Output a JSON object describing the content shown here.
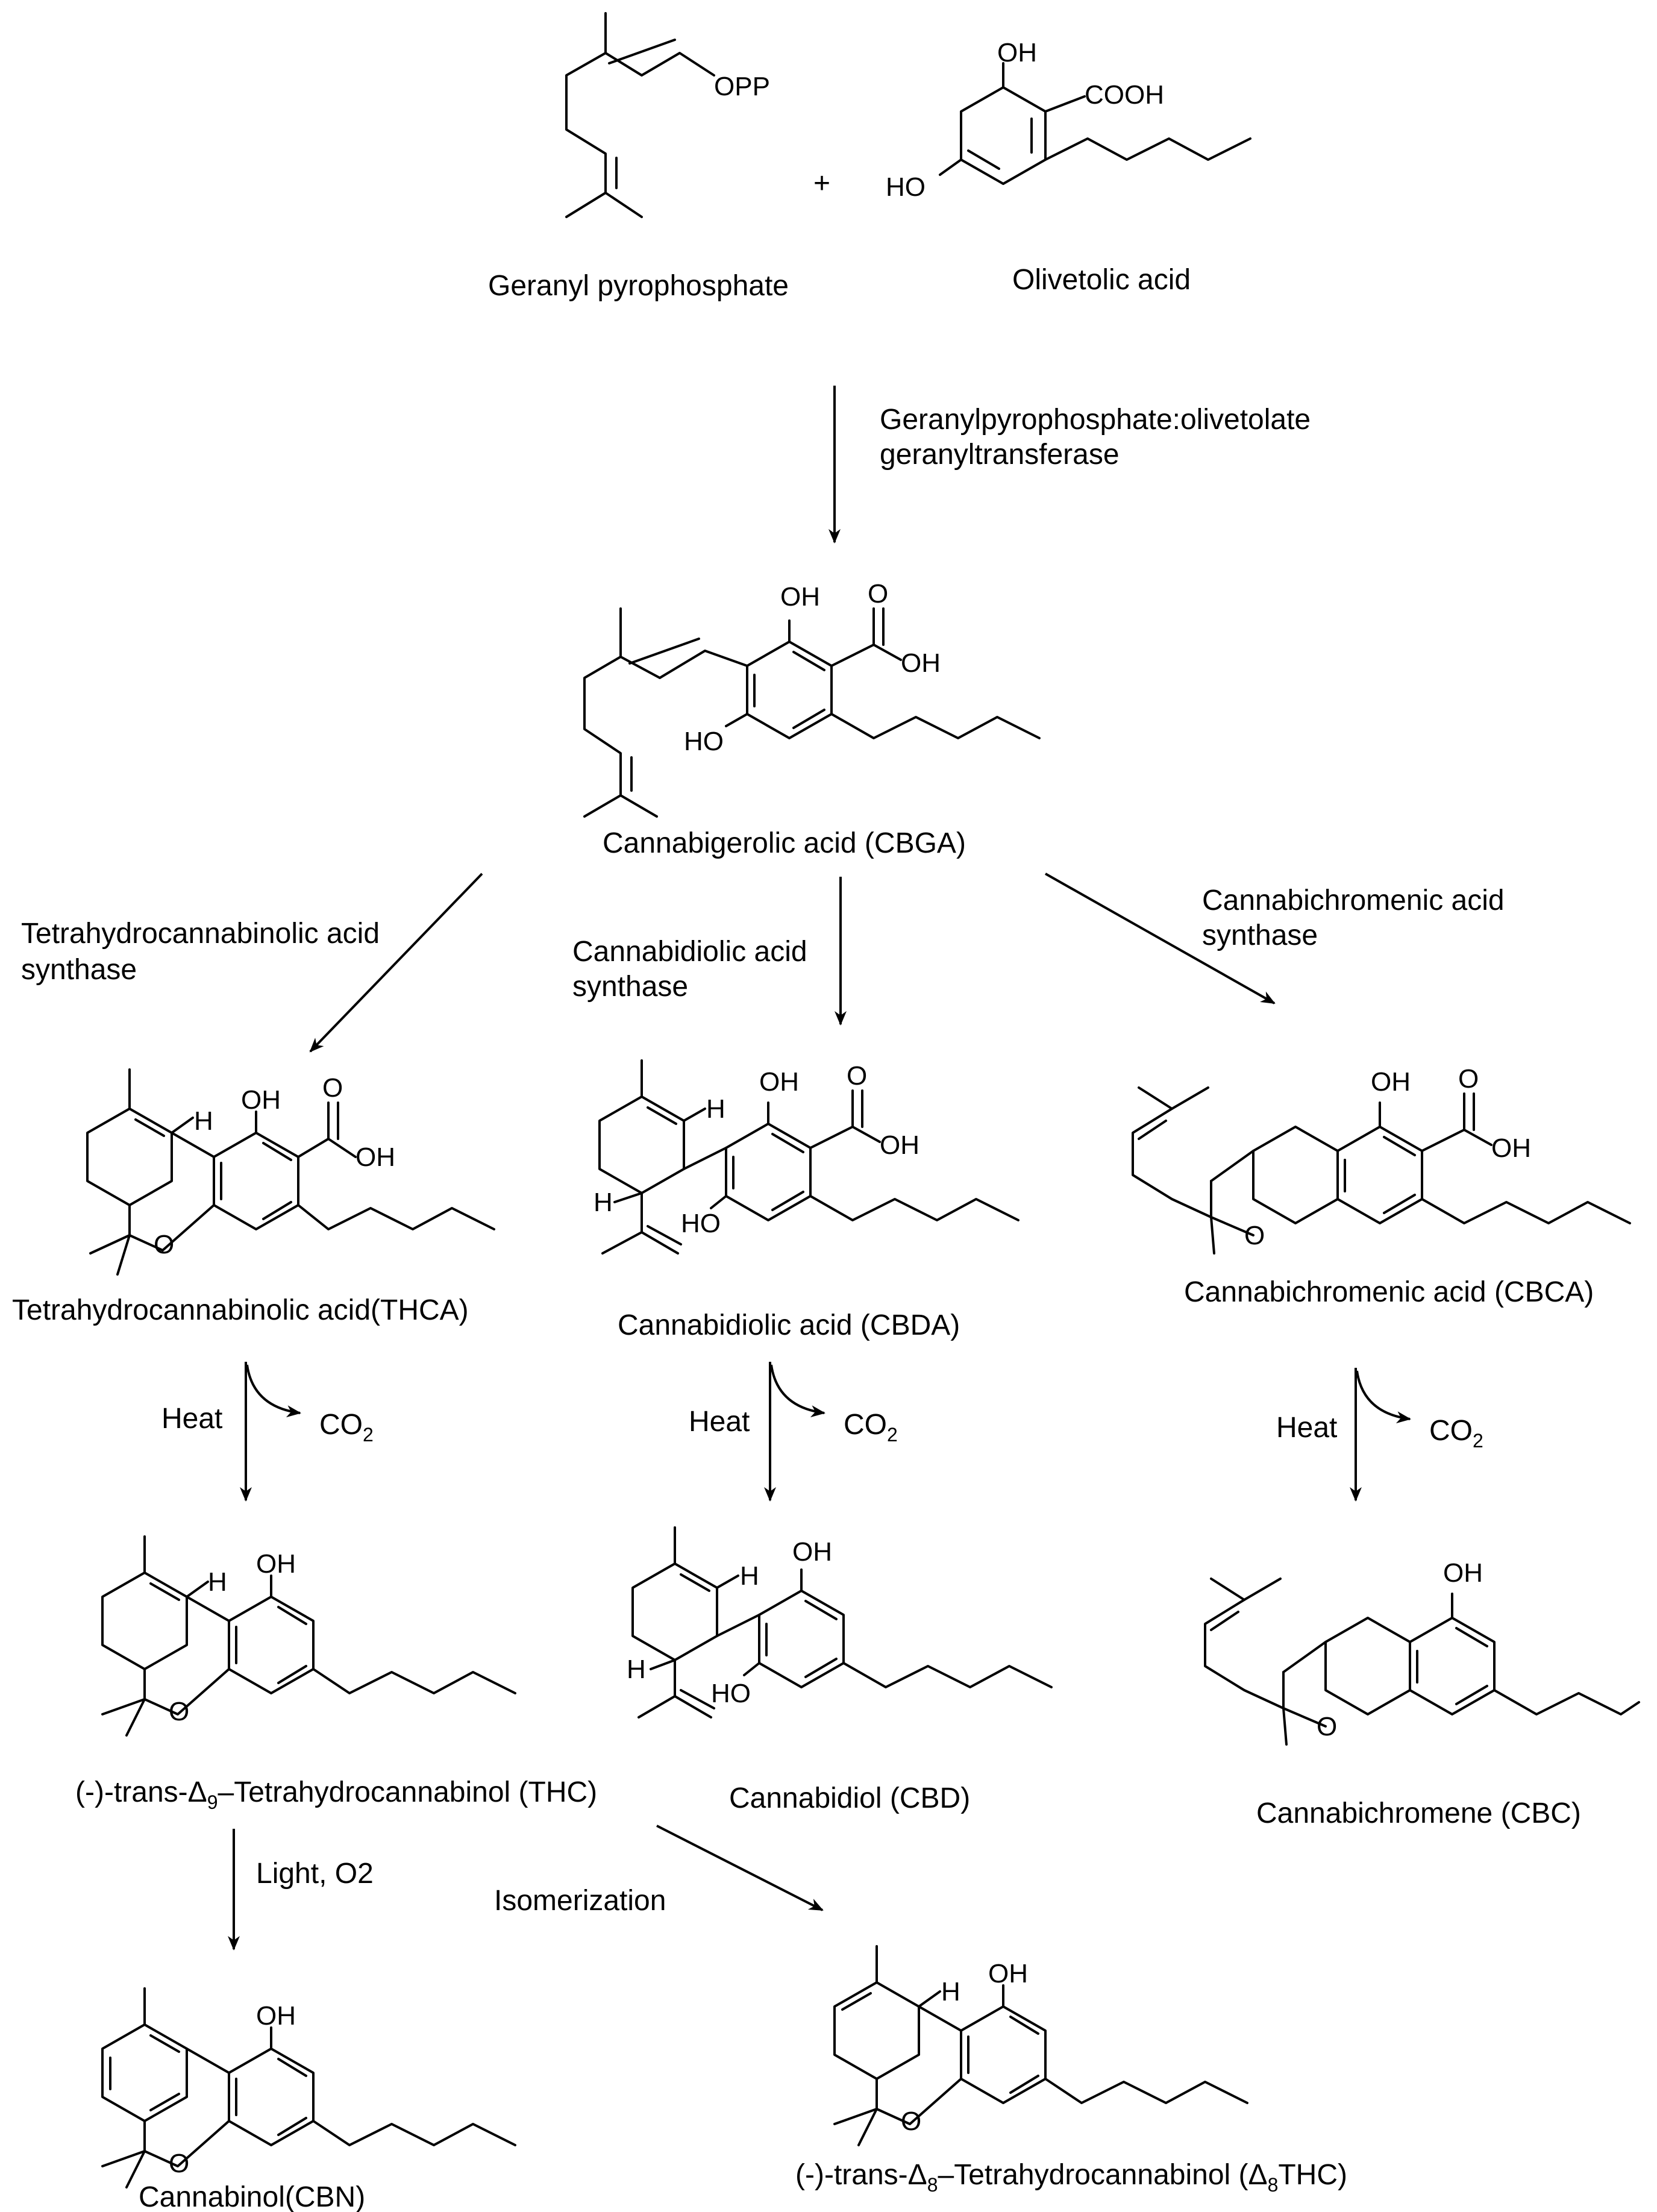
{
  "compounds": {
    "gpp": {
      "name": "Geranyl pyrophosphate",
      "opp": "OPP"
    },
    "plus": "+",
    "olivetolic": {
      "name": "Olivetolic acid",
      "oh": "OH",
      "cooh": "COOH",
      "ho": "HO"
    },
    "cbga": {
      "name": "Cannabigerolic acid (CBGA)",
      "oh": "OH",
      "o": "O",
      "oh2": "OH",
      "ho": "HO"
    },
    "thca": {
      "name": "Tetrahydrocannabinolic acid(THCA)",
      "oh": "OH",
      "o": "O",
      "oh2": "OH",
      "h": "H",
      "ring_o": "O"
    },
    "cbda": {
      "name": "Cannabidiolic acid (CBDA)",
      "oh": "OH",
      "o": "O",
      "oh2": "OH",
      "h": "H",
      "h2": "H",
      "ho": "HO"
    },
    "cbca": {
      "name": "Cannabichromenic acid (CBCA)",
      "oh": "OH",
      "o": "O",
      "oh2": "OH",
      "ring_o": "O"
    },
    "thc": {
      "name_prefix": "(-)-trans-Δ",
      "name_sub": "9",
      "name_suffix": "–Tetrahydrocannabinol (THC)",
      "oh": "OH",
      "h": "H",
      "ring_o": "O"
    },
    "cbd": {
      "name": "Cannabidiol (CBD)",
      "oh": "OH",
      "h": "H",
      "h2": "H",
      "ho": "HO"
    },
    "cbc": {
      "name": "Cannabichromene (CBC)",
      "oh": "OH",
      "ring_o": "O"
    },
    "cbn": {
      "name": "Cannabinol(CBN)",
      "oh": "OH",
      "ring_o": "O"
    },
    "d8thc": {
      "name_prefix": "(-)-trans-Δ",
      "name_sub": "8",
      "name_suffix": "–Tetrahydrocannabinol (Δ",
      "name_sub2": "8",
      "name_suffix2": "THC)",
      "oh": "OH",
      "h": "H",
      "ring_o": "O"
    }
  },
  "reactions": {
    "enzyme_gpp_ot": {
      "line1": "Geranylpyrophosphate:olivetolate",
      "line2": "geranyltransferase"
    },
    "thcas": {
      "line1": "Tetrahydrocannabinolic acid",
      "line2": "synthase"
    },
    "cbdas": {
      "line1": "Cannabidiolic acid",
      "line2": "synthase"
    },
    "cbcas": {
      "line1": "Cannabichromenic acid",
      "line2": "synthase"
    },
    "heat": "Heat",
    "co2": "CO",
    "co2_sub": "2",
    "light": "Light, O2",
    "isomerization": "Isomerization"
  }
}
